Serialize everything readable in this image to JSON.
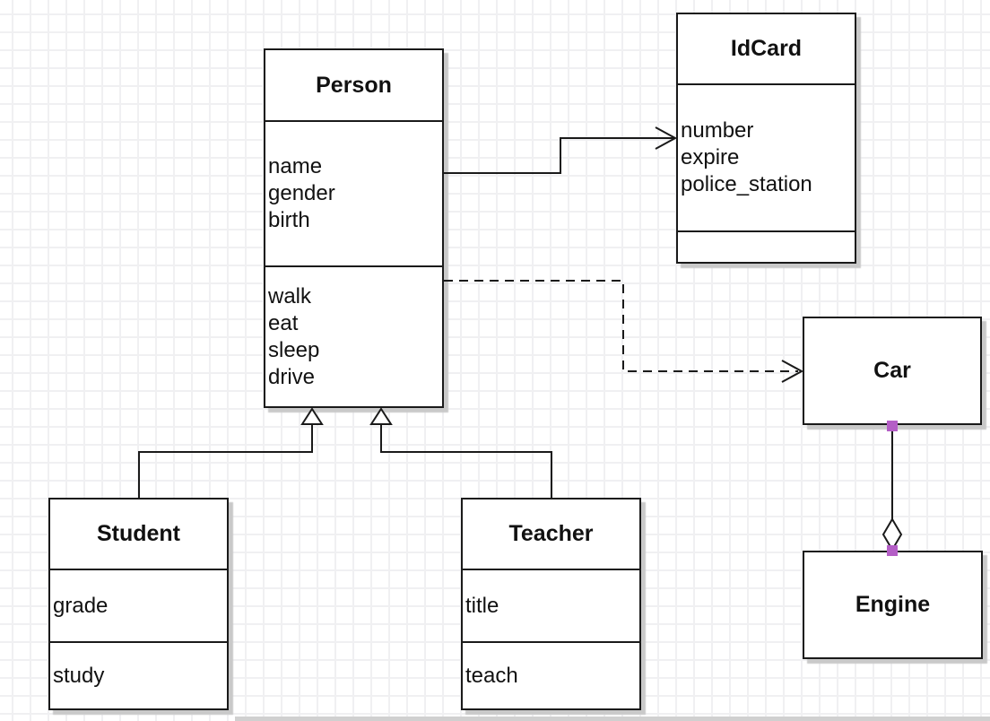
{
  "diagram": {
    "tool": "uml-class-diagram",
    "colors": {
      "grid_line": "#f0f0f2",
      "box_border": "#1a1a1a",
      "box_fill": "#ffffff",
      "shadow": "#c9c9c9",
      "edge_line": "#1a1a1a",
      "endpoint_marker": "#b45ec6",
      "page_edge": "#d0d0d0"
    }
  },
  "classes": {
    "person": {
      "title": "Person",
      "attributes": [
        "name",
        "gender",
        "birth"
      ],
      "methods": [
        "walk",
        "eat",
        "sleep",
        "drive"
      ]
    },
    "idcard": {
      "title": "IdCard",
      "attributes": [
        "number",
        "expire",
        "police_station"
      ],
      "methods": []
    },
    "car": {
      "title": "Car",
      "attributes": [],
      "methods": []
    },
    "engine": {
      "title": "Engine",
      "attributes": [],
      "methods": []
    },
    "student": {
      "title": "Student",
      "attributes": [
        "grade"
      ],
      "methods": [
        "study"
      ]
    },
    "teacher": {
      "title": "Teacher",
      "attributes": [
        "title"
      ],
      "methods": [
        "teach"
      ]
    }
  },
  "relations": [
    {
      "from": "Person",
      "to": "IdCard",
      "type": "association",
      "line": "solid",
      "marker": "open-arrow"
    },
    {
      "from": "Person",
      "to": "Car",
      "type": "dependency",
      "line": "dashed",
      "marker": "open-arrow"
    },
    {
      "from": "Student",
      "to": "Person",
      "type": "generalization",
      "line": "solid",
      "marker": "hollow-triangle"
    },
    {
      "from": "Teacher",
      "to": "Person",
      "type": "generalization",
      "line": "solid",
      "marker": "hollow-triangle"
    },
    {
      "from": "Car",
      "to": "Engine",
      "type": "aggregation",
      "line": "solid",
      "marker": "hollow-diamond"
    }
  ]
}
